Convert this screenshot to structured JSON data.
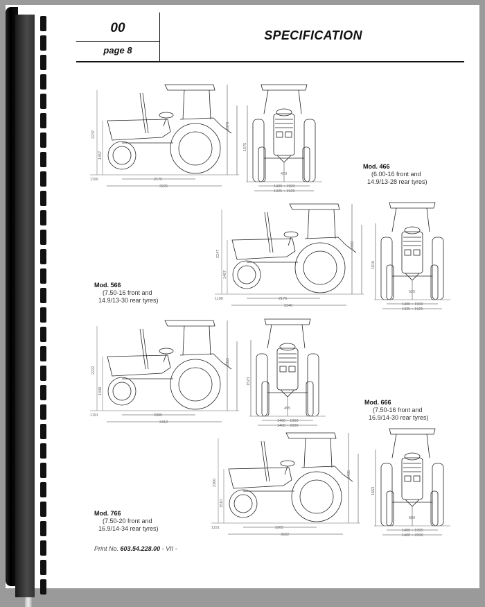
{
  "header": {
    "section_number": "00",
    "page_label": "page 8",
    "title": "SPECIFICATION"
  },
  "models": [
    {
      "name": "Mod. 466",
      "front_tyres": "(6.00-16 front and",
      "rear_tyres": "14.9/13-28 rear tyres)",
      "side_view": {
        "wheelbase": "2175",
        "overall_length": "3225",
        "total_height": "2370",
        "hood_height": "2237",
        "axle_height": "1457",
        "ground_clearance": "1190"
      },
      "front_view": {
        "height": "1575",
        "under_axle": "470",
        "track_front": "1400 ÷ 1900",
        "track_rear": "1325 ÷ 1925"
      }
    },
    {
      "name": "Mod. 566",
      "front_tyres": "(7.50-16 front and",
      "rear_tyres": "14.9/13-30 rear tyres)",
      "side_view": {
        "wheelbase": "2175",
        "overall_length": "3240",
        "total_height": "2380",
        "hood_height": "2247",
        "axle_height": "1467",
        "ground_clearance": "1190"
      },
      "front_view": {
        "height": "1610",
        "under_axle": "525",
        "track_front": "1400 ÷ 1900",
        "track_rear": "1325 ÷ 1925"
      }
    },
    {
      "name": "Mod. 666",
      "front_tyres": "(7.50-16 front and",
      "rear_tyres": "16.9/14-30 rear tyres)",
      "side_view": {
        "wheelbase": "2305",
        "overall_length": "3412",
        "total_height": "2355",
        "hood_height": "2222",
        "axle_height": "1440",
        "ground_clearance": "1191"
      },
      "front_view": {
        "height": "1573",
        "under_axle": "495",
        "track_front": "1400 ÷ 1900",
        "track_rear": "1400 ÷ 2000"
      }
    },
    {
      "name": "Mod. 766",
      "front_tyres": "(7.50-20 front and",
      "rear_tyres": "16.9/14-34 rear tyres)",
      "side_view": {
        "wheelbase": "2305",
        "overall_length": "3622",
        "total_height": "2435",
        "hood_height": "2300",
        "axle_height": "1510",
        "ground_clearance": "1191"
      },
      "front_view": {
        "height": "1653",
        "under_axle": "580",
        "track_front": "1400 ÷ 1995",
        "track_rear": "1400 ÷ 2000"
      }
    }
  ],
  "footer": {
    "prefix": "Print No.",
    "print_number": "603.54.228.00",
    "suffix": "- VII -"
  }
}
